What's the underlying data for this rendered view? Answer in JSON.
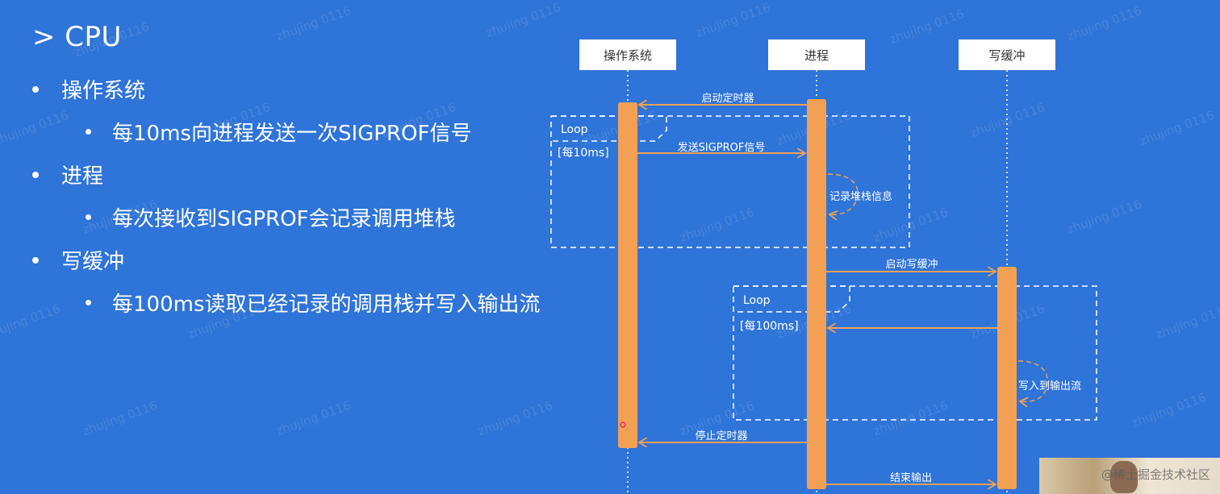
{
  "slide": {
    "title": "> CPU",
    "bullets": [
      {
        "level": 1,
        "text": "操作系统"
      },
      {
        "level": 2,
        "text": "每10ms向进程发送一次SIGPROF信号"
      },
      {
        "level": 1,
        "text": "进程"
      },
      {
        "level": 2,
        "text": "每次接收到SIGPROF会记录调用堆栈"
      },
      {
        "level": 1,
        "text": "写缓冲"
      },
      {
        "level": 2,
        "text": "每100ms读取已经记录的调用栈并写入输出流"
      }
    ]
  },
  "diagram": {
    "participants": [
      "操作系统",
      "进程",
      "写缓冲"
    ],
    "messages": {
      "start_timer": "启动定时器",
      "send_sigprof": "发送SIGPROF信号",
      "record_stack": "记录堆栈信息",
      "start_write_buffer": "启动写缓冲",
      "write_output": "写入到输出流",
      "stop_timer": "停止定时器",
      "end_output": "结束输出"
    },
    "loops": [
      {
        "label": "Loop",
        "condition": "[每10ms]"
      },
      {
        "label": "Loop",
        "condition": "[每100ms]"
      }
    ],
    "colors": {
      "activation": "#f2a054",
      "arrow": "#f2a054",
      "frame": "#ffffff",
      "background": "#2f74d8"
    }
  },
  "watermark": {
    "repeated_text": "zhujing 0116",
    "corner_text": "@稀土掘金技术社区"
  }
}
